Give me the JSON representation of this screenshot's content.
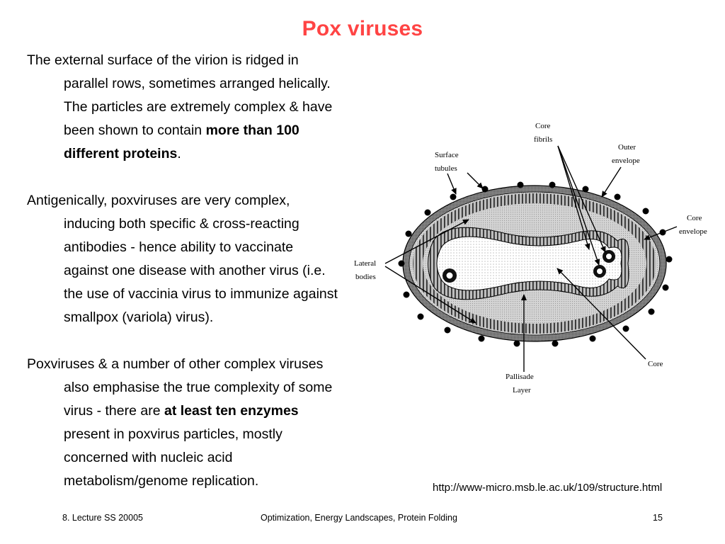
{
  "title": "Pox viruses",
  "paragraphs": [
    {
      "before": "The external surface of the virion is ridged in parallel rows, sometimes arranged helically. The particles are extremely complex & have been shown to contain ",
      "bold": "more than 100 different proteins",
      "after": "."
    },
    {
      "before": "Antigenically, poxviruses are very complex, inducing both specific & cross-reacting antibodies - hence ability to vaccinate against one disease with another virus (i.e. the use of vaccinia virus to immunize against smallpox (variola) virus).",
      "bold": "",
      "after": ""
    },
    {
      "before": "Poxviruses & a number of other complex viruses also emphasise the true complexity of some virus - there are ",
      "bold": "at least ten enzymes",
      "after": " present in poxvirus particles, mostly concerned with nucleic acid metabolism/genome replication."
    }
  ],
  "diagram": {
    "labels": {
      "core_fibrils_1": "Core",
      "core_fibrils_2": "fibrils",
      "outer_envelope_1": "Outer",
      "outer_envelope_2": "envelope",
      "surface_tubules_1": "Surface",
      "surface_tubules_2": "tubules",
      "core_envelope_1": "Core",
      "core_envelope_2": "envelope",
      "lateral_bodies_1": "Lateral",
      "lateral_bodies_2": "bodies",
      "pallisade_1": "Pallisade",
      "pallisade_2": "Layer",
      "core": "Core"
    }
  },
  "source_url": "http://www-micro.msb.le.ac.uk/109/structure.html",
  "footer": {
    "left": "8. Lecture SS 20005",
    "center": "Optimization, Energy Landscapes, Protein Folding",
    "page": "15"
  }
}
